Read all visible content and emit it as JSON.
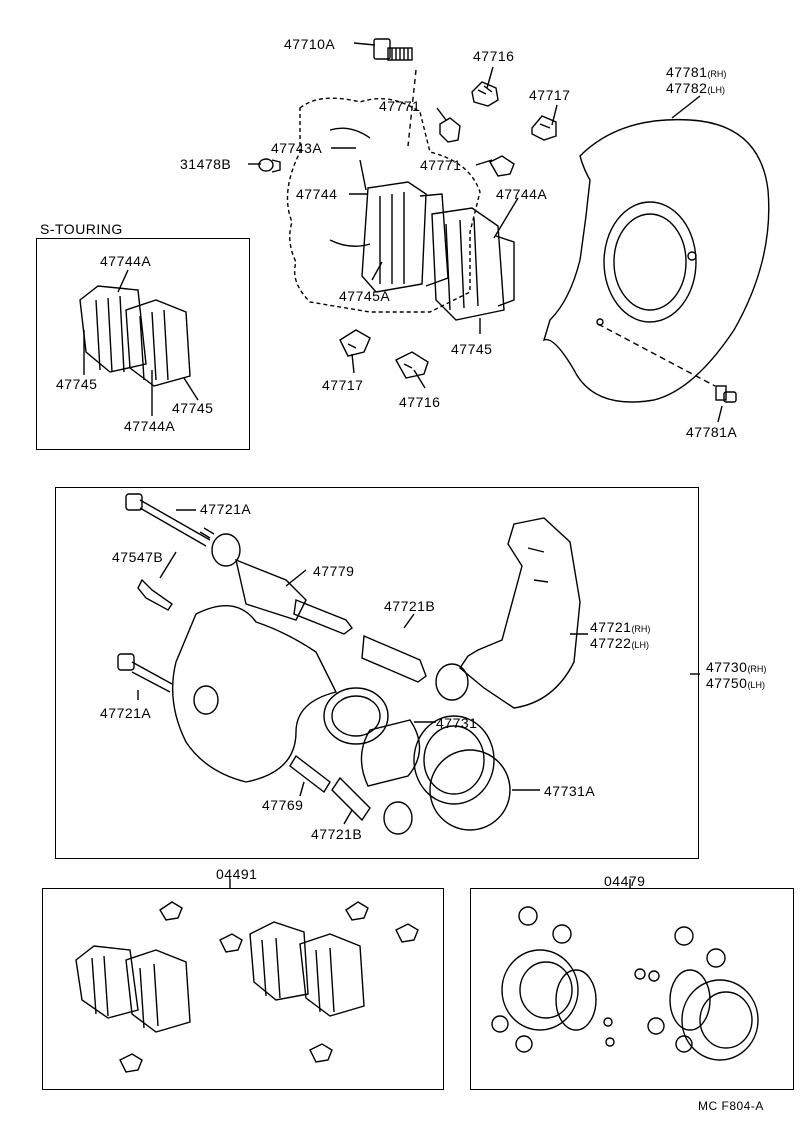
{
  "section_labels": {
    "s_touring": "S-TOURING",
    "kit_pad": "04491",
    "kit_cylinder": "04479"
  },
  "diagram_code": "MC F804-A",
  "parts": {
    "p47710A": "47710A",
    "p47716_top": "47716",
    "p47717_top": "47717",
    "p47771_a": "47771",
    "p47771_b": "47771",
    "p47743A": "47743A",
    "p31478B": "31478B",
    "p47744": "47744",
    "p47744A_main": "47744A",
    "p47745A": "47745A",
    "p47745_main": "47745",
    "p47717_bot": "47717",
    "p47716_bot": "47716",
    "p47781_rh": "47781",
    "p47781_rh_side": "(RH)",
    "p47782_lh": "47782",
    "p47782_lh_side": "(LH)",
    "p47781A": "47781A",
    "st_47744A_top": "47744A",
    "st_47745_left": "47745",
    "st_47745_right": "47745",
    "st_47744A_bot": "47744A",
    "p47721A_top": "47721A",
    "p47547B": "47547B",
    "p47779": "47779",
    "p47721B_mid": "47721B",
    "p47721_rh": "47721",
    "p47721_rh_side": "(RH)",
    "p47722_lh": "47722",
    "p47722_lh_side": "(LH)",
    "p47730_rh": "47730",
    "p47730_rh_side": "(RH)",
    "p47750_lh": "47750",
    "p47750_lh_side": "(LH)",
    "p47721A_bot": "47721A",
    "p47731": "47731",
    "p47731A": "47731A",
    "p47769": "47769",
    "p47721B_bot": "47721B"
  }
}
